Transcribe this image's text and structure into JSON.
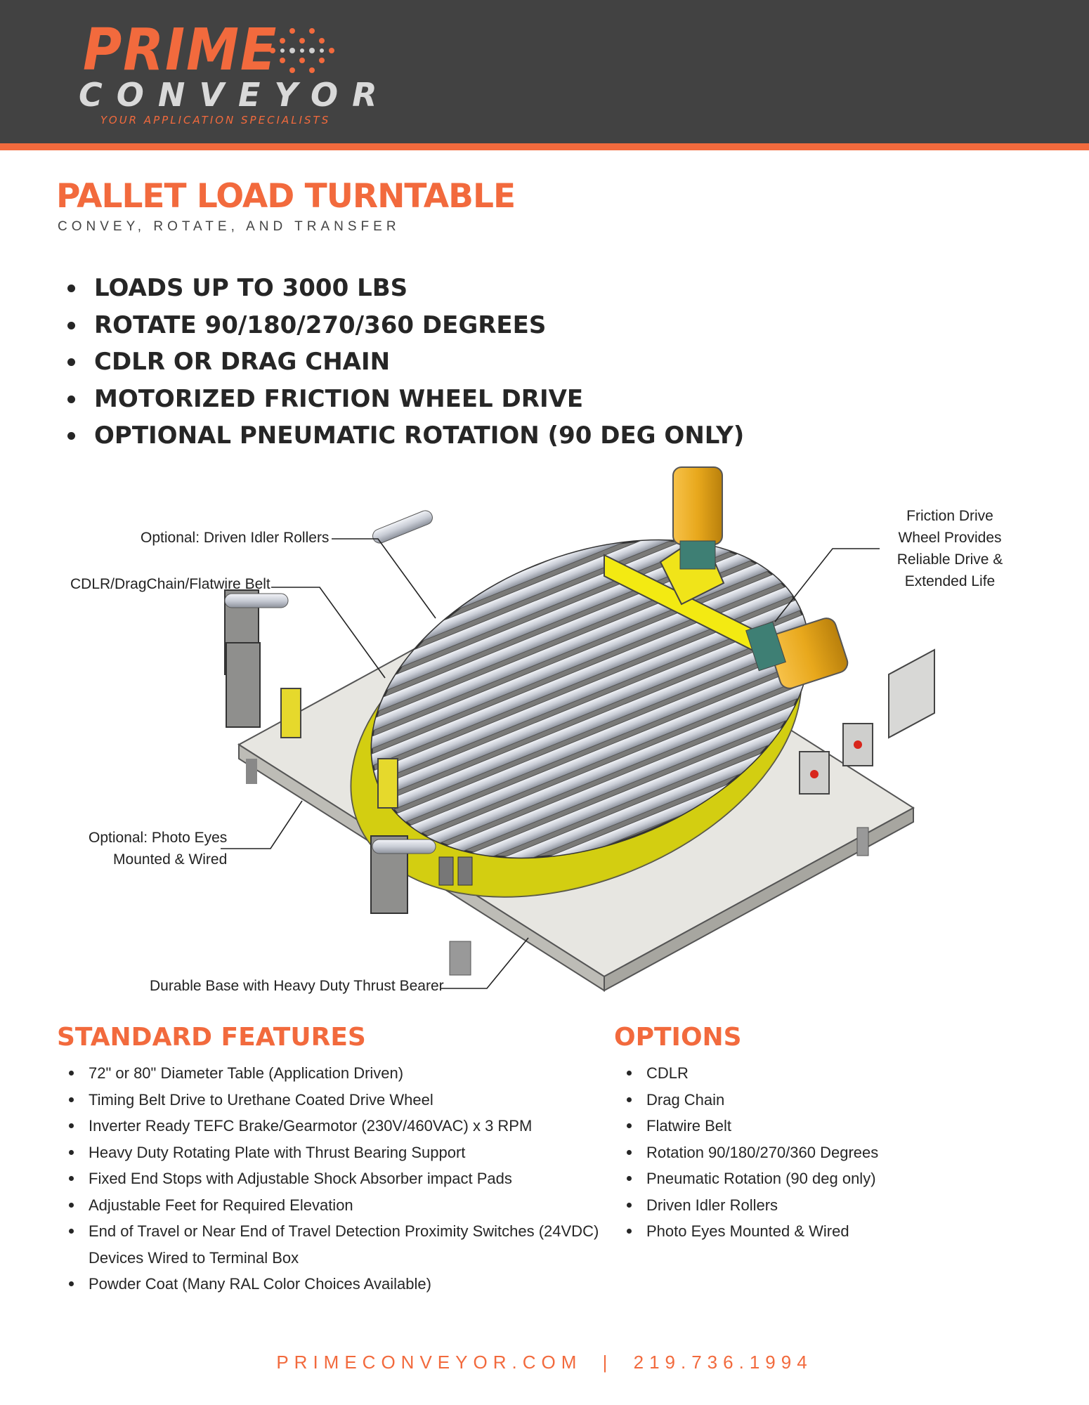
{
  "brand": {
    "name_top": "PRIME",
    "name_bottom": "CONVEYOR",
    "tagline": "YOUR APPLICATION SPECIALISTS",
    "accent_color": "#f26a3d",
    "header_color": "#424242"
  },
  "title": "PALLET LOAD TURNTABLE",
  "subtitle": "CONVEY, ROTATE, AND TRANSFER",
  "highlights": [
    "LOADS UP TO 3000 LBS",
    "ROTATE 90/180/270/360 DEGREES",
    "CDLR OR DRAG CHAIN",
    "MOTORIZED FRICTION WHEEL DRIVE",
    "OPTIONAL PNEUMATIC ROTATION (90 DEG ONLY)"
  ],
  "callouts": {
    "idler": "Optional: Driven Idler Rollers",
    "belt": "CDLR/DragChain/Flatwire Belt",
    "photo_eyes_1": "Optional: Photo Eyes",
    "photo_eyes_2": "Mounted & Wired",
    "base": "Durable Base with Heavy Duty Thrust Bearer",
    "friction_1": "Friction Drive",
    "friction_2": "Wheel Provides",
    "friction_3": "Reliable Drive &",
    "friction_4": "Extended Life"
  },
  "standard_features": {
    "heading": "STANDARD FEATURES",
    "items": [
      "72\" or 80\" Diameter Table (Application Driven)",
      "Timing Belt Drive to Urethane Coated Drive Wheel",
      "Inverter Ready TEFC Brake/Gearmotor (230V/460VAC) x 3 RPM",
      "Heavy Duty Rotating Plate with Thrust Bearing Support",
      "Fixed End Stops with Adjustable Shock Absorber impact Pads",
      "Adjustable Feet for Required Elevation",
      "End of Travel or Near End of Travel Detection Proximity Switches (24VDC)",
      "Devices Wired to Terminal Box",
      "Powder Coat (Many RAL Color Choices Available)"
    ]
  },
  "options": {
    "heading": "OPTIONS",
    "items": [
      "CDLR",
      "Drag Chain",
      "Flatwire Belt",
      "Rotation 90/180/270/360 Degrees",
      "Pneumatic Rotation (90 deg only)",
      "Driven Idler Rollers",
      "Photo Eyes Mounted & Wired"
    ]
  },
  "footer": {
    "website": "PRIMECONVEYOR.COM",
    "separator": "|",
    "phone": "219.736.1994"
  }
}
